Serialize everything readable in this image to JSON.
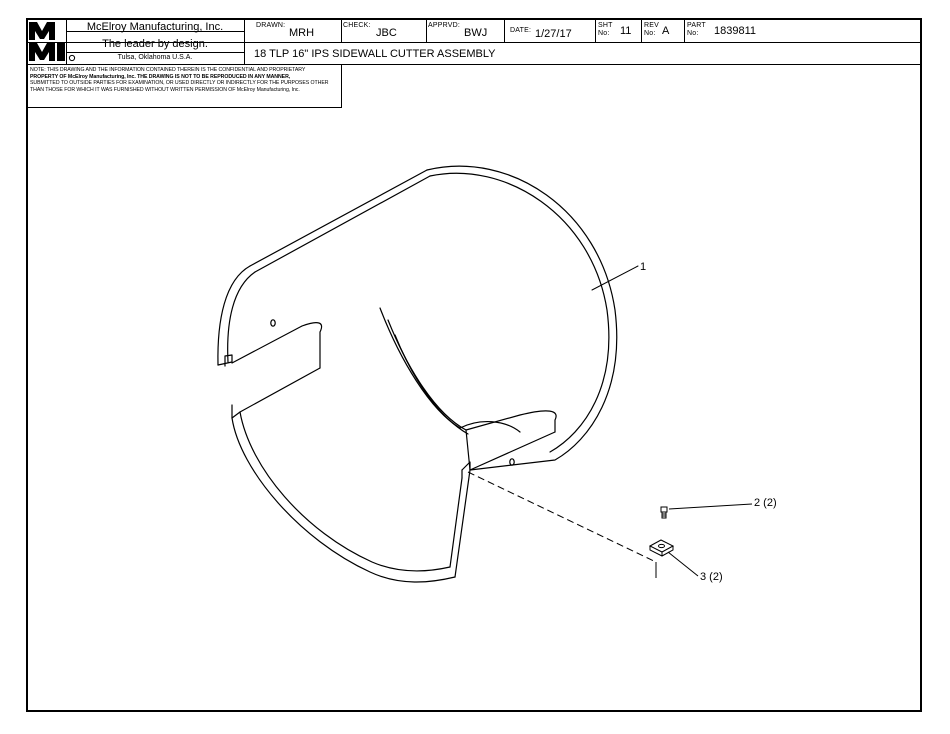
{
  "title_block": {
    "logo_text": "MMI",
    "company_name": "McElroy Manufacturing, Inc.",
    "tagline": "The leader by design.",
    "location": "Tulsa, Oklahoma U.S.A.",
    "drawn_label": "DRAWN:",
    "drawn_value": "MRH",
    "check_label": "CHECK:",
    "check_value": "JBC",
    "apprvd_label": "APPRVD:",
    "apprvd_value": "BWJ",
    "date_label": "DATE:",
    "date_value": "1/27/17",
    "sht_label_1": "SHT",
    "sht_label_2": "No:",
    "sht_value": "11",
    "rev_label_1": "REV",
    "rev_label_2": "No:",
    "rev_value": "A",
    "part_label_1": "PART",
    "part_label_2": "No:",
    "part_value": "1839811",
    "drawing_title": "18 TLP 16\" IPS SIDEWALL CUTTER ASSEMBLY"
  },
  "notice_lines": [
    "NOTE: THIS DRAWING AND THE INFORMATION CONTAINED THEREIN IS THE CONFIDENTIAL AND PROPRIETARY",
    "PROPERTY OF McElroy Manufacturing, Inc. THE DRAWING IS NOT TO BE REPRODUCED IN ANY MANNER,",
    "SUBMITTED TO OUTSIDE PARTIES FOR EXAMINATION, OR USED DIRECTLY OR INDIRECTLY FOR THE PURPOSES OTHER",
    "THAN THOSE FOR WHICH IT WAS FURNISHED WITHOUT WRITTEN PERMISSION OF McElroy Manufacturing, Inc."
  ],
  "callouts": {
    "item_1": "1",
    "item_2": "2 (2)",
    "item_3": "3 (2)"
  }
}
